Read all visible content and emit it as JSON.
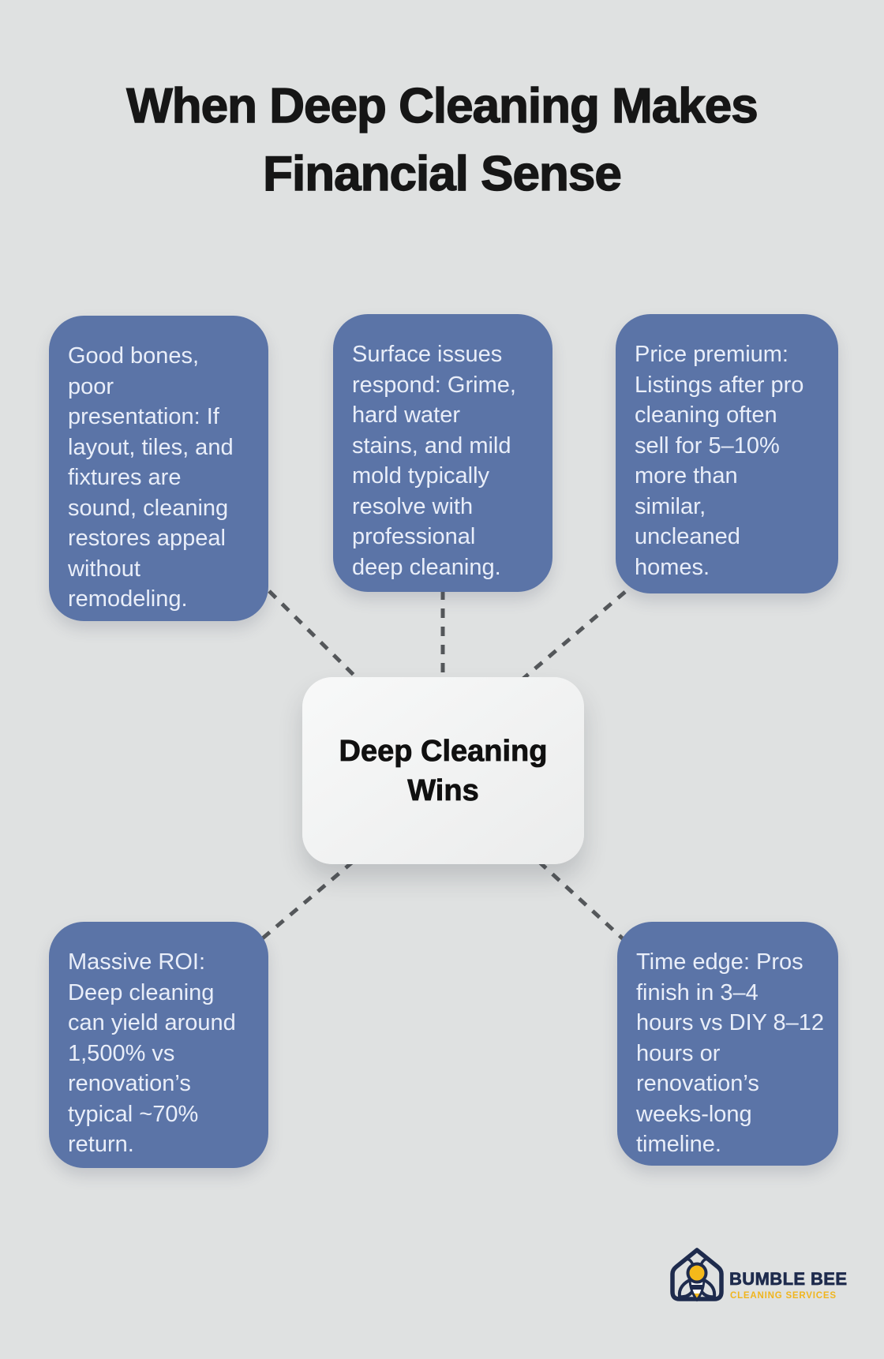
{
  "title": "When Deep Cleaning Makes\nFinancial Sense",
  "center": {
    "label": "Deep Cleaning\nWins"
  },
  "nodes": [
    {
      "id": "good-bones",
      "text": "Good bones,\npoor\npresentation: If\nlayout, tiles, and\nfixtures are\nsound, cleaning\nrestores appeal\nwithout\nremodeling."
    },
    {
      "id": "surface-issues",
      "text": "Surface issues\nrespond: Grime,\nhard water\nstains, and mild\nmold typically\nresolve with\nprofessional\ndeep cleaning."
    },
    {
      "id": "price-premium",
      "text": "Price premium:\nListings after pro\ncleaning often\nsell for 5–10%\nmore than\nsimilar,\nuncleaned\nhomes."
    },
    {
      "id": "massive-roi",
      "text": "Massive ROI:\nDeep cleaning\ncan yield around\n1,500% vs\nrenovation’s\ntypical ~70%\nreturn."
    },
    {
      "id": "time-edge",
      "text": "Time edge: Pros\nfinish in 3–4\nhours vs DIY 8–12\nhours or\nrenovation’s\nweeks-long\ntimeline."
    }
  ],
  "logo": {
    "icon": "bee-house-icon",
    "name": "BUMBLE BEE",
    "tagline": "CLEANING SERVICES"
  },
  "colors": {
    "background": "#dfe1e1",
    "node_fill": "#5b74a7",
    "node_text": "#e9eef9",
    "center_fill": "#f0f1f2",
    "title_text": "#161616",
    "connector": "#54575a",
    "brand_navy": "#1e2b4d",
    "brand_yellow": "#f2b71c"
  }
}
